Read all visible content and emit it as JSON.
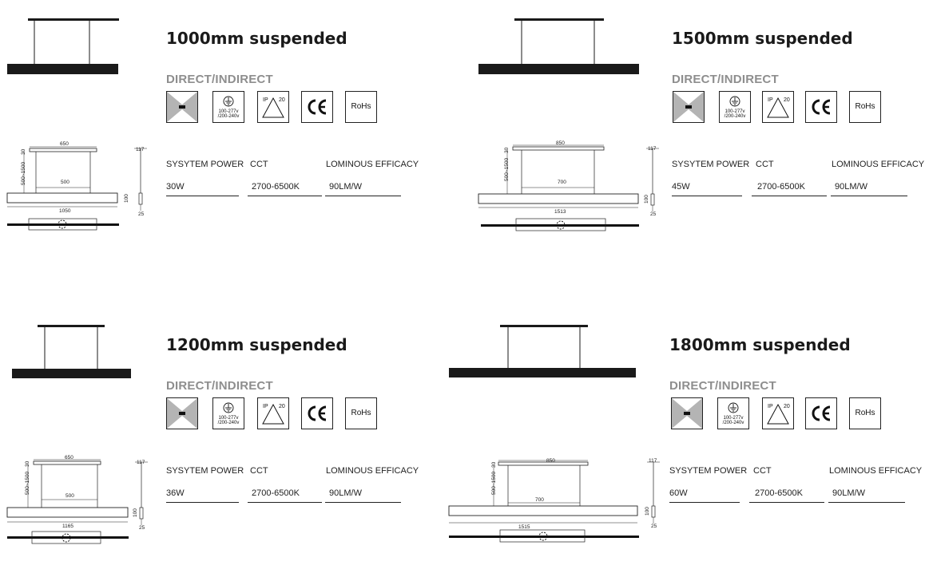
{
  "products": [
    {
      "title": "1000mm suspended",
      "subtitle": "DIRECT/INDIRECT",
      "badges": {
        "voltage_line1": "100-277v",
        "voltage_line2": "/200-240v",
        "ip_label": "IP",
        "ip_value": "20",
        "ce": "CE",
        "rohs": "RoHs"
      },
      "spec_headers": [
        "SYSYTEM POWER",
        "CCT",
        "LOMINOUS EFFICACY"
      ],
      "spec_values": [
        "30W",
        "2700-6500K",
        "90LM/W"
      ],
      "dims": {
        "canopy": "650",
        "inner": "500",
        "length": "1050",
        "drop": "500~1500",
        "canopy_h": "30",
        "side_w": "117",
        "body_h": "100",
        "bottom": "25"
      }
    },
    {
      "title": "1500mm suspended",
      "subtitle": "DIRECT/INDIRECT",
      "badges": {
        "voltage_line1": "100-277v",
        "voltage_line2": "/200-240v",
        "ip_label": "IP",
        "ip_value": "20",
        "ce": "CE",
        "rohs": "RoHs"
      },
      "spec_headers": [
        "SYSYTEM POWER",
        "CCT",
        "LOMINOUS EFFICACY"
      ],
      "spec_values": [
        "45W",
        "2700-6500K",
        "90LM/W"
      ],
      "dims": {
        "canopy": "850",
        "inner": "700",
        "length": "1513",
        "drop": "500~1500",
        "canopy_h": "30",
        "side_w": "117",
        "body_h": "100",
        "bottom": "25"
      }
    },
    {
      "title": "1200mm suspended",
      "subtitle": "DIRECT/INDIRECT",
      "badges": {
        "voltage_line1": "100-277v",
        "voltage_line2": "/200-240v",
        "ip_label": "IP",
        "ip_value": "20",
        "ce": "CE",
        "rohs": "RoHs"
      },
      "spec_headers": [
        "SYSYTEM POWER",
        "CCT",
        "LOMINOUS EFFICACY"
      ],
      "spec_values": [
        "36W",
        "2700-6500K",
        "90LM/W"
      ],
      "dims": {
        "canopy": "650",
        "inner": "500",
        "length": "1165",
        "drop": "500~1500",
        "canopy_h": "30",
        "side_w": "117",
        "body_h": "100",
        "bottom": "25"
      }
    },
    {
      "title": "1800mm suspended",
      "subtitle": "DIRECT/INDIRECT",
      "badges": {
        "voltage_line1": "100-277v",
        "voltage_line2": "/200-240v",
        "ip_label": "IP",
        "ip_value": "20",
        "ce": "CE",
        "rohs": "RoHs"
      },
      "spec_headers": [
        "SYSYTEM POWER",
        "CCT",
        "LOMINOUS EFFICACY"
      ],
      "spec_values": [
        "60W",
        "2700-6500K",
        "90LM/W"
      ],
      "dims": {
        "canopy": "850",
        "inner": "700",
        "length": "1515",
        "drop": "500~1500",
        "canopy_h": "30",
        "side_w": "117",
        "body_h": "100",
        "bottom": "25"
      }
    }
  ]
}
